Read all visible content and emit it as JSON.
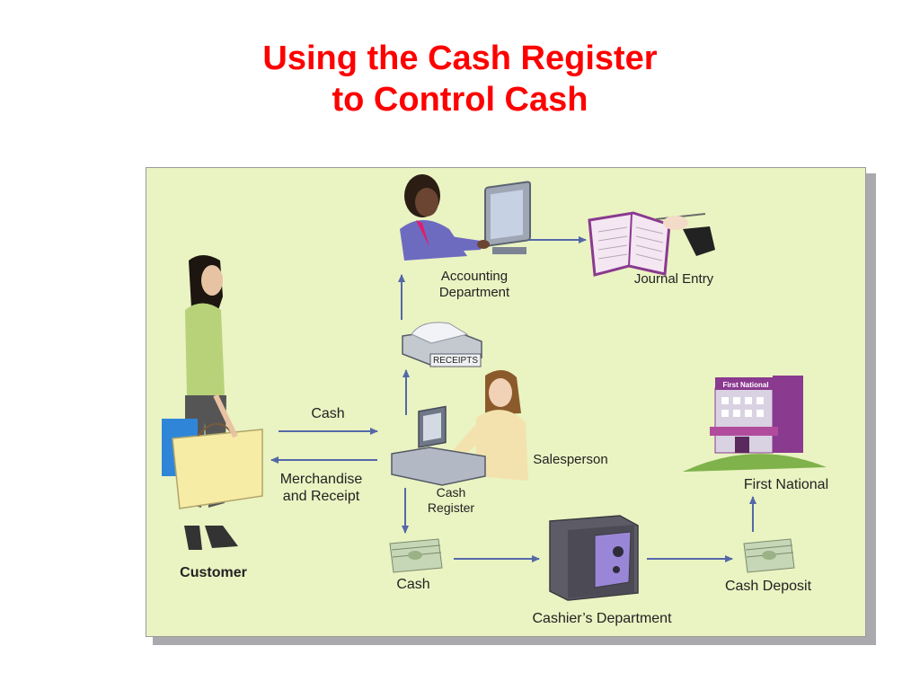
{
  "title": {
    "line1": "Using the Cash Register",
    "line2": "to Control Cash"
  },
  "diagram": {
    "accounting_department": [
      "Accounting",
      "Department"
    ],
    "journal_entry": "Journal Entry",
    "receipts": "RECEIPTS",
    "cash_flow_label": "Cash",
    "merchandise_receipt": [
      "Merchandise",
      "and Receipt"
    ],
    "salesperson": "Salesperson",
    "cash_register": [
      "Cash",
      "Register"
    ],
    "customer": "Customer",
    "cash": "Cash",
    "cashiers_department": "Cashier’s Department",
    "cash_deposit": "Cash Deposit",
    "first_national": "First National",
    "bank_sign": "First National"
  },
  "colors": {
    "title": "#ff0000",
    "panel": "#eaf3c2",
    "arrow": "#5468a8",
    "building": "#8a3a8f",
    "safe": "#5d5c66"
  }
}
